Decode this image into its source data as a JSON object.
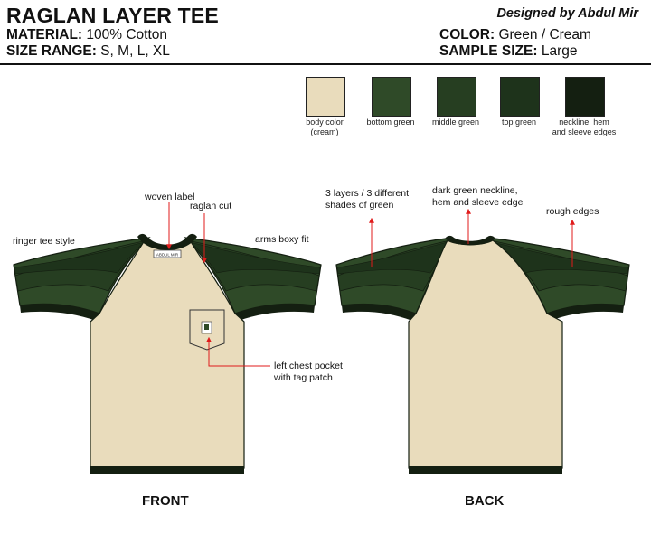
{
  "header": {
    "title": "RAGLAN LAYER TEE",
    "material_label": "MATERIAL:",
    "material_value": "100% Cotton",
    "size_label": "SIZE RANGE:",
    "size_value": "S, M, L, XL",
    "designer": "Designed by Abdul Mir",
    "color_label": "COLOR:",
    "color_value": "Green / Cream",
    "sample_label": "SAMPLE SIZE:",
    "sample_value": "Large"
  },
  "palette": [
    {
      "label_line1": "body color",
      "label_line2": "(cream)",
      "hex": "#E9DCBC"
    },
    {
      "label_line1": "bottom green",
      "label_line2": "",
      "hex": "#2F4A28"
    },
    {
      "label_line1": "middle green",
      "label_line2": "",
      "hex": "#263E21"
    },
    {
      "label_line1": "top green",
      "label_line2": "",
      "hex": "#1E331B"
    },
    {
      "label_line1": "neckline, hem",
      "label_line2": "and sleeve edges",
      "hex": "#141F11"
    }
  ],
  "front": {
    "view_label": "FRONT",
    "notes": {
      "woven_label": "woven label",
      "raglan_cut": "raglan cut",
      "ringer_style": "ringer tee style",
      "arms_boxy": "arms boxy fit",
      "pocket_line1": "left chest pocket",
      "pocket_line2": "with tag patch"
    },
    "neck_tag_text": "ABDUL MIR"
  },
  "back": {
    "view_label": "BACK",
    "notes": {
      "layers_line1": "3 layers / 3 different",
      "layers_line2": "shades of green",
      "neckline_line1": "dark green neckline,",
      "neckline_line2": "hem and sleeve edge",
      "rough_edges": "rough edges"
    }
  }
}
